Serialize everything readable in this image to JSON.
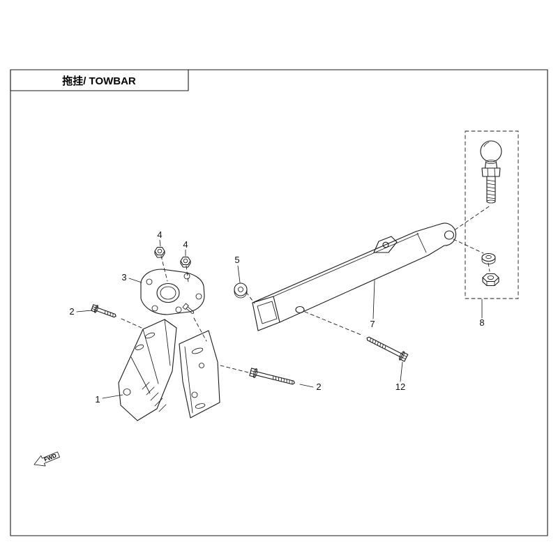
{
  "title_block": {
    "title": "拖挂/ TOWBAR"
  },
  "direction_indicator": {
    "label": "FWD"
  },
  "callouts": {
    "c1": "1",
    "c2a": "2",
    "c2b": "2",
    "c3": "3",
    "c4a": "4",
    "c4b": "4",
    "c5": "5",
    "c7": "7",
    "c8": "8",
    "c12": "12"
  },
  "colors": {
    "line": "#1a1a1a",
    "background": "#ffffff"
  }
}
